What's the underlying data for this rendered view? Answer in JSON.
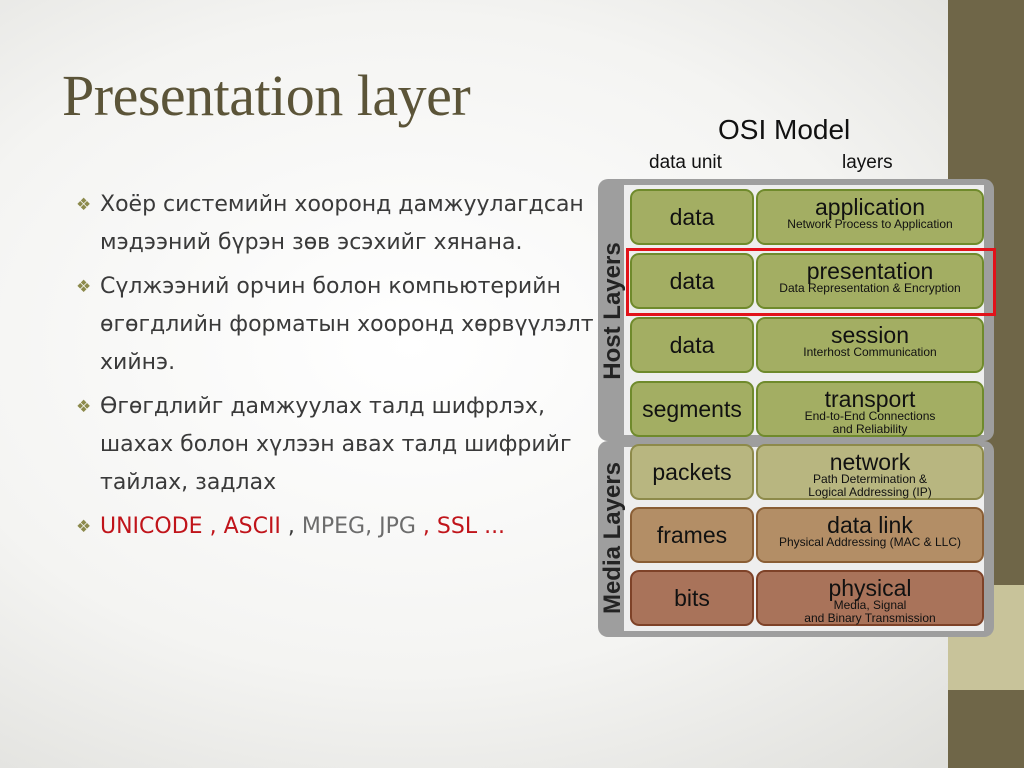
{
  "slide": {
    "title": "Presentation layer",
    "bullets": [
      {
        "text": "Хоёр системийн хооронд дамжуулагдсан мэдээний бүрэн зөв эсэхийг хянана."
      },
      {
        "text": "Сүлжээний орчин болон компьютерийн өгөгдлийн форматын хооронд хөрвүүлэлт хийнэ."
      },
      {
        "text": "Өгөгдлийг дамжуулах талд шифрлэх, шахах болон хүлээн авах талд шифрийг тайлах, задлах"
      }
    ],
    "examples": {
      "unicode": "UNICODE",
      "sep1": " , ",
      "ascii": "ASCII",
      "sep2": " , ",
      "mpeg_jpg": "MPEG, JPG",
      "sep3": " , ",
      "ssl": "SSL ..."
    }
  },
  "osi": {
    "title": "OSI Model",
    "col_data_unit": "data unit",
    "col_layers": "layers",
    "host_label": "Host Layers",
    "media_label": "Media Layers",
    "rows": [
      {
        "unit": "data",
        "name": "application",
        "desc": [
          "Network Process to Application"
        ]
      },
      {
        "unit": "data",
        "name": "presentation",
        "desc": [
          "Data Representation & Encryption"
        ]
      },
      {
        "unit": "data",
        "name": "session",
        "desc": [
          "Interhost Communication"
        ]
      },
      {
        "unit": "segments",
        "name": "transport",
        "desc": [
          "End-to-End Connections",
          "and Reliability"
        ]
      },
      {
        "unit": "packets",
        "name": "network",
        "desc": [
          "Path Determination &",
          "Logical Addressing (IP)"
        ]
      },
      {
        "unit": "frames",
        "name": "data link",
        "desc": [
          "Physical Addressing (MAC & LLC)"
        ]
      },
      {
        "unit": "bits",
        "name": "physical",
        "desc": [
          "Media, Signal",
          "and Binary Transmission"
        ]
      }
    ],
    "colors": {
      "host_fill": "#a3ae63",
      "host_border": "#6f8a2c",
      "packets_fill": "#b8b680",
      "packets_border": "#8d8a4a",
      "frames_fill": "#b38e66",
      "frames_border": "#8a5e35",
      "bits_fill": "#a9735a",
      "bits_border": "#7e4228",
      "highlight": "#e2121a",
      "accent_bar": "#6f6648"
    }
  }
}
